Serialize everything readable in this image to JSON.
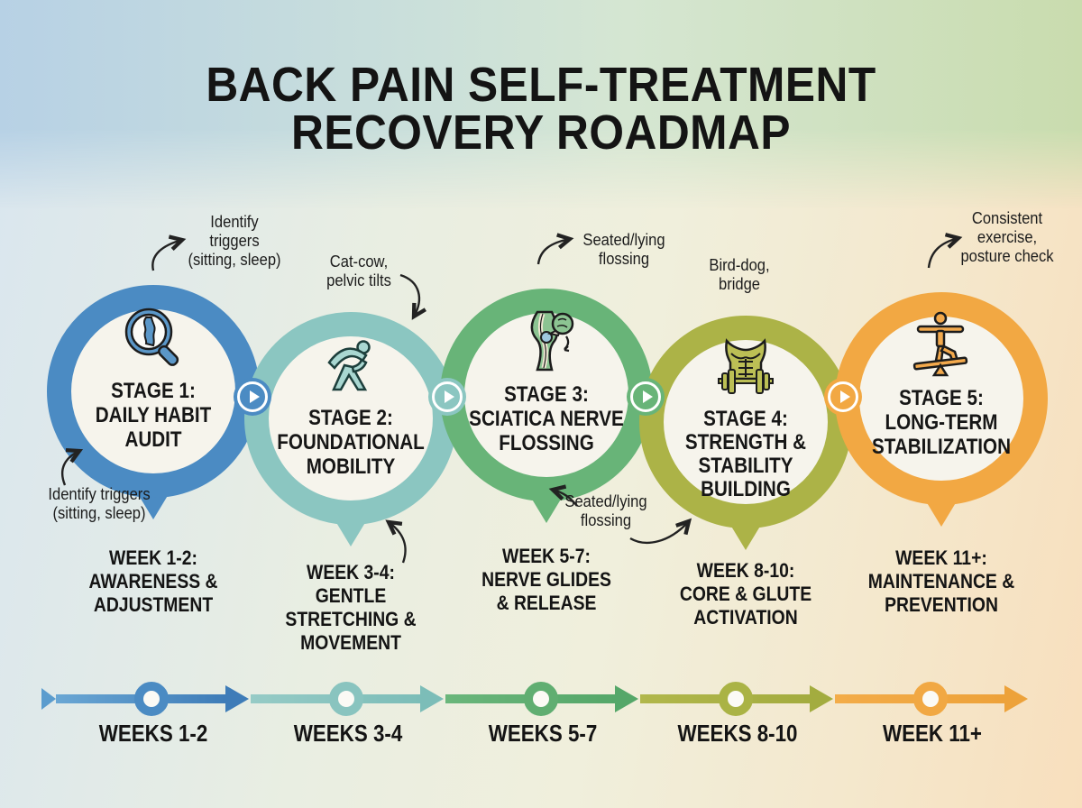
{
  "title": {
    "line1": "BACK PAIN SELF-TREATMENT",
    "line2": "RECOVERY ROADMAP"
  },
  "stages": [
    {
      "icon": "magnifier-spine-icon",
      "color": "#4b8bc3",
      "stage_label_lines": [
        "STAGE 1:",
        "DAILY HABIT",
        "AUDIT"
      ],
      "week_label_lines": [
        "WEEK 1-2:",
        "AWARENESS &",
        "ADJUSTMENT"
      ]
    },
    {
      "icon": "side-stretch-person-icon",
      "color": "#8bc6c1",
      "stage_label_lines": [
        "STAGE 2:",
        "FOUNDATIONAL",
        "MOBILITY"
      ],
      "week_label_lines": [
        "WEEK 3-4:",
        "GENTLE",
        "STRETCHING &",
        "MOVEMENT"
      ]
    },
    {
      "icon": "sciatic-nerve-hip-icon",
      "color": "#68b478",
      "stage_label_lines": [
        "STAGE 3:",
        "SCIATICA NERVE",
        "FLOSSING"
      ],
      "week_label_lines": [
        "WEEK 5-7:",
        "NERVE GLIDES",
        "& RELEASE"
      ]
    },
    {
      "icon": "torso-dumbbell-icon",
      "color": "#acb347",
      "stage_label_lines": [
        "STAGE 4:",
        "STRENGTH &",
        "STABILITY",
        "BUILDING"
      ],
      "week_label_lines": [
        "WEEK 8-10:",
        "CORE & GLUTE",
        "ACTIVATION"
      ]
    },
    {
      "icon": "balance-board-person-icon",
      "color": "#f2a843",
      "stage_label_lines": [
        "STAGE 5:",
        "LONG-TERM",
        "STABILIZATION"
      ],
      "week_label_lines": [
        "WEEK 11+:",
        "MAINTENANCE &",
        "PREVENTION"
      ]
    }
  ],
  "annotations": {
    "top_stage1": {
      "lines": [
        "Identify",
        "triggers",
        "(sitting, sleep)"
      ]
    },
    "top_stage2": {
      "lines": [
        "Cat-cow,",
        "pelvic tilts"
      ]
    },
    "top_stage3": {
      "lines": [
        "Seated/lying",
        "flossing"
      ]
    },
    "top_stage4": {
      "lines": [
        "Bird-dog,",
        "bridge"
      ]
    },
    "top_stage5": {
      "lines": [
        "Consistent",
        "exercise,",
        "posture check"
      ]
    },
    "bottom_stage1": {
      "lines": [
        "Identify triggers",
        "(sitting, sleep)"
      ]
    },
    "bottom_stage3": {
      "lines": [
        "Seated/lying",
        "flossing"
      ]
    }
  },
  "timeline": {
    "segments": [
      {
        "label": "WEEKS 1-2",
        "color": "#4b8bc3"
      },
      {
        "label": "WEEKS 3-4",
        "color": "#8bc6c1"
      },
      {
        "label": "WEEKS 5-7",
        "color": "#68b478"
      },
      {
        "label": "WEEKS 8-10",
        "color": "#acb347"
      },
      {
        "label": "WEEK 11+",
        "color": "#f2a843"
      }
    ]
  }
}
